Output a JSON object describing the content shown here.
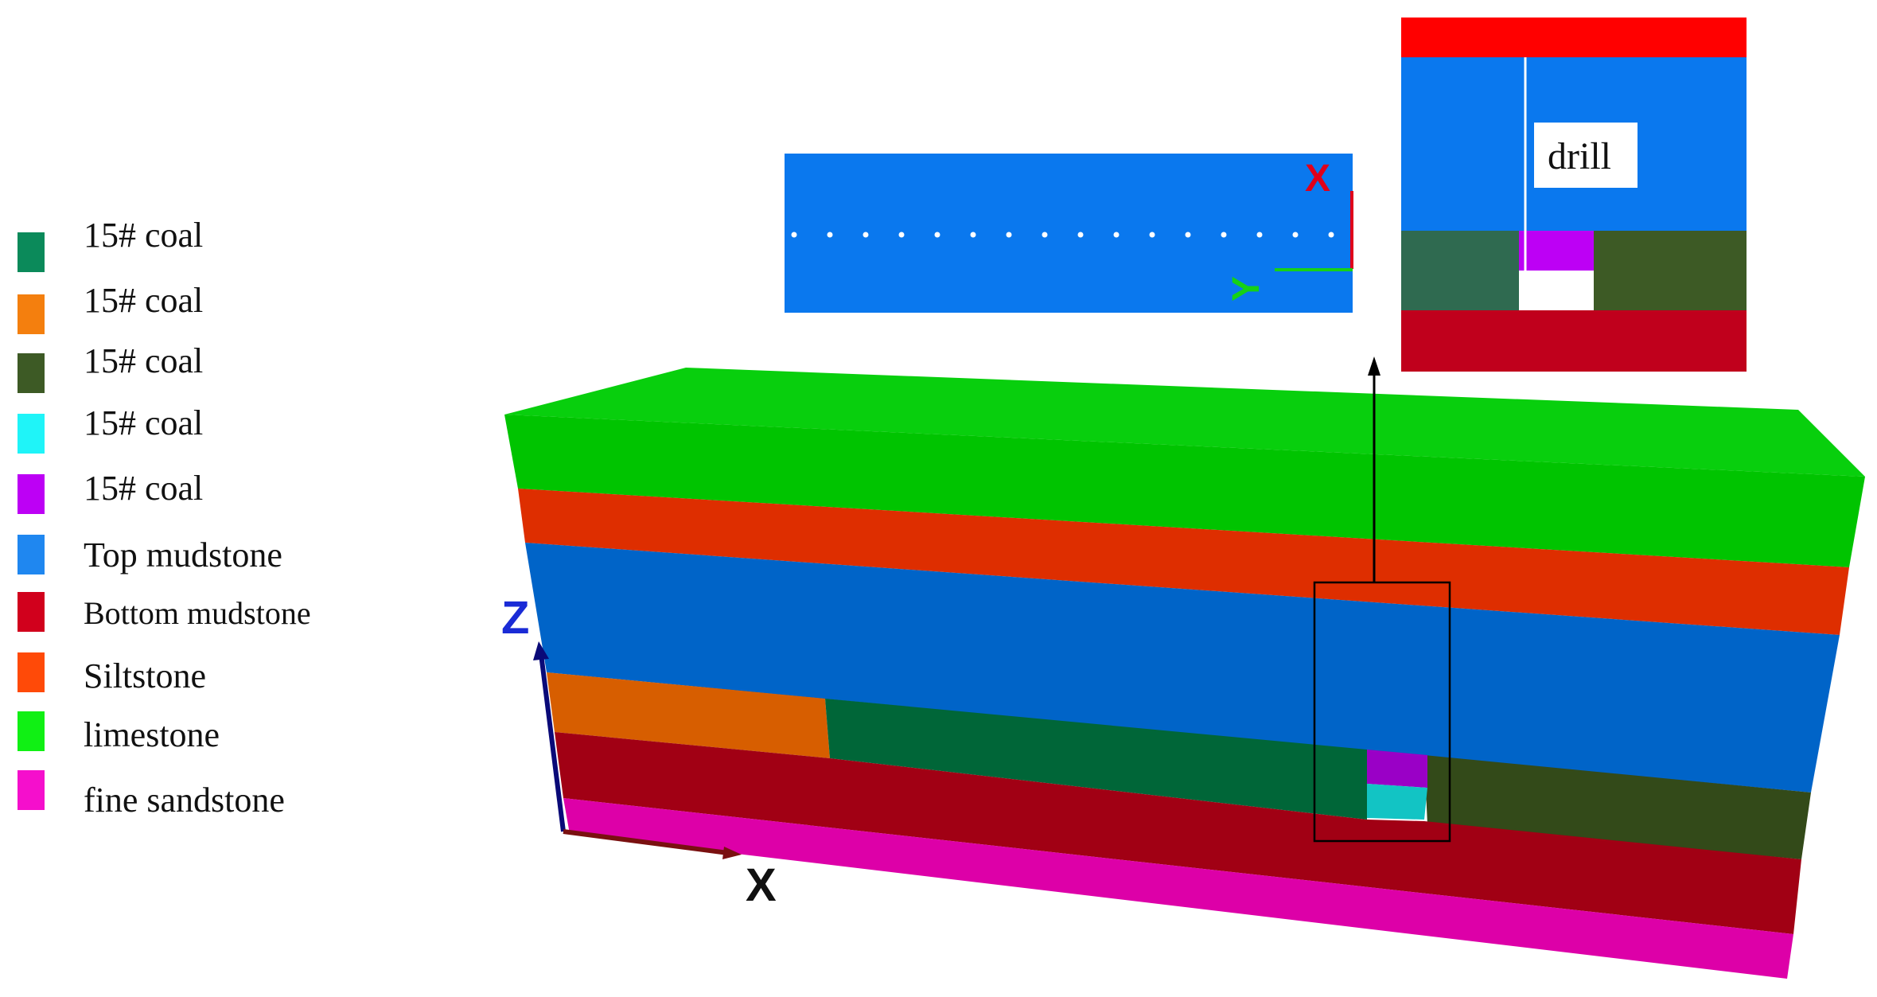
{
  "legend": {
    "items": [
      {
        "label": "15# coal",
        "color": "#0b8a5a"
      },
      {
        "label": "15# coal",
        "color": "#f47f0e"
      },
      {
        "label": "15# coal",
        "color": "#3d5a25"
      },
      {
        "label": "15# coal",
        "color": "#1ff4f8"
      },
      {
        "label": "15# coal",
        "color": "#bd00f5"
      },
      {
        "label": "Top mudstone",
        "color": "#1f87f0"
      },
      {
        "label": "Bottom mudstone",
        "color": "#d1001c"
      },
      {
        "label": "Siltstone",
        "color": "#ff4a08"
      },
      {
        "label": "limestone",
        "color": "#10f014"
      },
      {
        "label": "fine sandstone",
        "color": "#f50fcc"
      }
    ]
  },
  "axes": {
    "z": "Z",
    "x": "X",
    "y": "Y"
  },
  "inset": {
    "drill_label": "drill"
  }
}
